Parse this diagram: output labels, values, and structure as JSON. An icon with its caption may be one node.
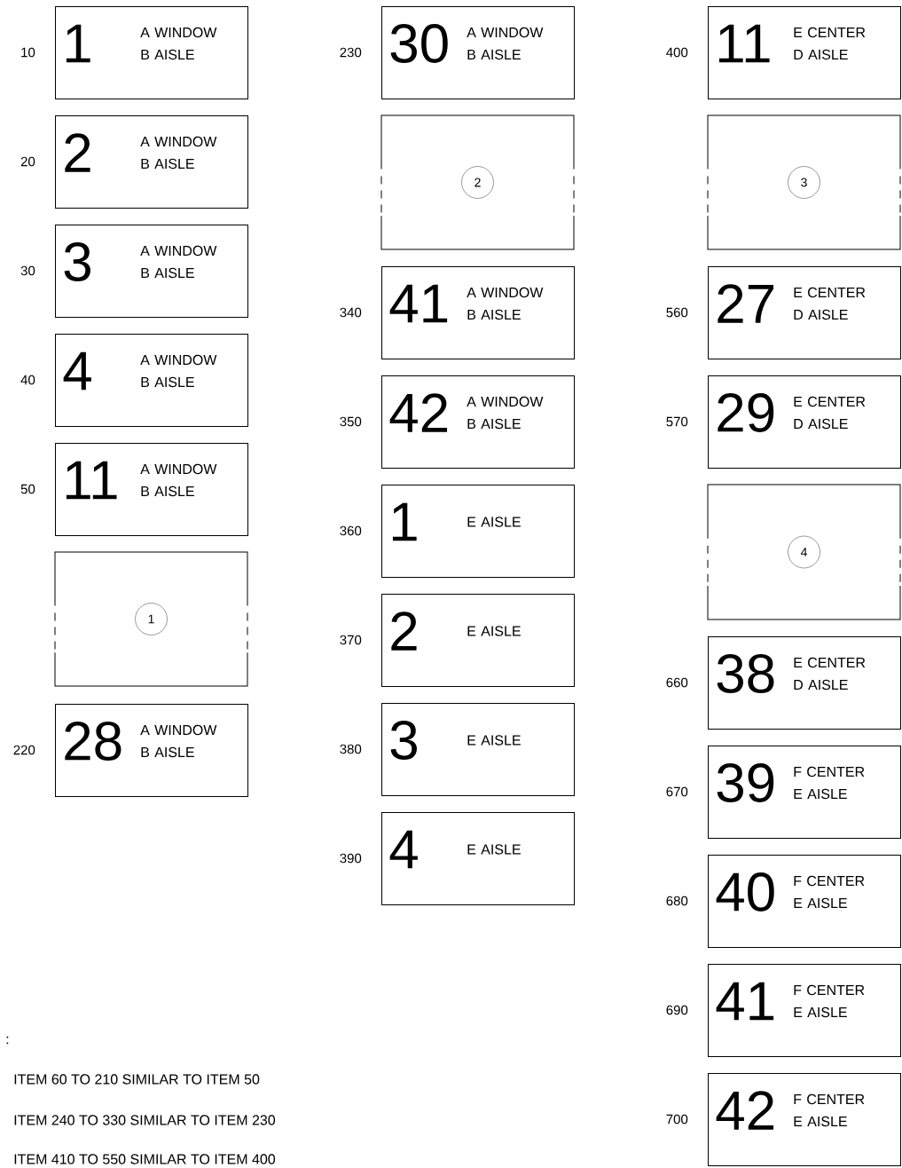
{
  "diagram": {
    "nodes": [
      {
        "text": [
          "1",
          "A WINDOW B AISLE"
        ],
        "beside": [
          "10"
        ]
      },
      {
        "text": [
          "2",
          "A WINDOW B AISLE"
        ],
        "beside": [
          "20"
        ]
      },
      {
        "text": [
          "3",
          "A WINDOW B AISLE"
        ],
        "beside": [
          "30"
        ]
      },
      {
        "text": [
          "4",
          "A WINDOW B AISLE"
        ],
        "beside": [
          "40"
        ]
      },
      {
        "text": [
          "11",
          "A WINDOW B AISLE"
        ],
        "beside": [
          "50"
        ]
      },
      {
        "text": [],
        "shape": "box"
      },
      {
        "text": [
          "1"
        ],
        "in": 5
      },
      {
        "text": [
          "28",
          "A WINDOW B AISLE"
        ],
        "beside": [
          "220"
        ]
      },
      {
        "text": [
          "30",
          "A WINDOW B AISLE"
        ],
        "beside": [
          "230"
        ]
      },
      {
        "text": [],
        "shape": "box"
      },
      {
        "text": [
          "2"
        ],
        "in": 9
      },
      {
        "text": [
          "41",
          "A WINDOW B AISLE"
        ],
        "beside": [
          "340"
        ]
      },
      {
        "text": [
          "42",
          "A WINDOW B AISLE"
        ],
        "beside": [
          "350"
        ]
      },
      {
        "text": [
          "1",
          "E AISLE"
        ],
        "beside": [
          "360"
        ]
      },
      {
        "text": [
          "2",
          "E AISLE"
        ],
        "beside": [
          "370"
        ]
      },
      {
        "text": [
          "3",
          "E AISLE"
        ],
        "beside": [
          "380"
        ]
      },
      {
        "text": [
          "4",
          "E AISLE"
        ],
        "beside": [
          "390"
        ]
      },
      {
        "text": [
          "11",
          "E CENTER D AISLE"
        ],
        "beside": [
          "400"
        ]
      },
      {
        "text": [],
        "shape": "box"
      },
      {
        "text": [
          "3"
        ],
        "in": 18
      },
      {
        "text": [
          "27",
          "E CENTER D AISLE"
        ],
        "beside": [
          "560"
        ]
      },
      {
        "text": [
          "29",
          "E CENTER D AISLE"
        ],
        "beside": [
          "570"
        ]
      },
      {
        "text": [],
        "shape": "box"
      },
      {
        "text": [
          "4"
        ],
        "in": 22
      },
      {
        "text": [
          "38",
          "E CENTER D AISLE"
        ],
        "beside": [
          "660"
        ]
      },
      {
        "text": [
          "39",
          "F CENTER E AISLE"
        ],
        "beside": [
          "670"
        ]
      },
      {
        "text": [
          "40",
          "F CENTER E AISLE"
        ],
        "beside": [
          "680"
        ]
      },
      {
        "text": [
          "41",
          "F CENTER E AISLE"
        ],
        "beside": [
          "690"
        ]
      },
      {
        "text": [
          "42",
          "F CENTER E AISLE"
        ],
        "beside": [
          "700"
        ]
      }
    ],
    "labels": [
      ":",
      "ITEM 60 TO 210 SIMILAR TO ITEM 50",
      "ITEM 240 TO 330 SIMILAR TO ITEM 230",
      "ITEM 410 TO 550 SIMILAR TO ITEM 400"
    ]
  }
}
